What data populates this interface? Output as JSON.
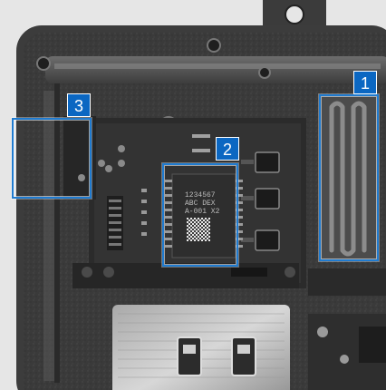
{
  "callouts": [
    {
      "number": "1"
    },
    {
      "number": "2"
    },
    {
      "number": "3"
    }
  ],
  "chip": {
    "line1": "1234567",
    "line2": "ABC DEX",
    "line3": "A-001 X2"
  },
  "colors": {
    "callout_blue": "#0b67c2",
    "callout_border": "#1f7bd0",
    "background": "#e6e6e6"
  }
}
